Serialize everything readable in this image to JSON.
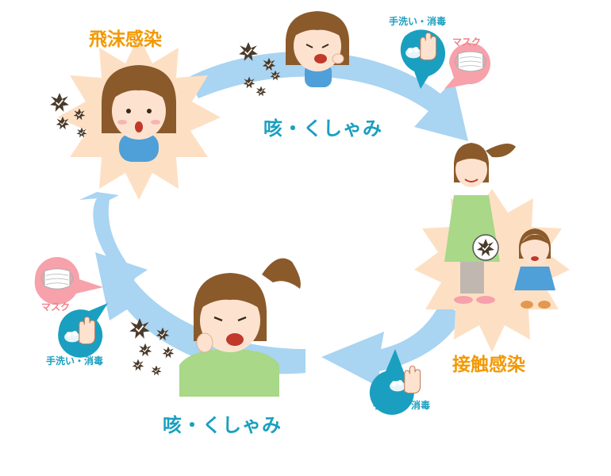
{
  "labels": {
    "droplet_infection": "飛沫感染",
    "contact_infection": "接触感染",
    "cough_sneeze_top": "咳・くしゃみ",
    "cough_sneeze_bottom": "咳・くしゃみ"
  },
  "callouts": {
    "handwash_top": "手洗い・消毒",
    "mask_top": "マスク",
    "handwash_right": "手洗い・消毒",
    "mask_left": "マスク",
    "handwash_left": "手洗い・消毒"
  },
  "colors": {
    "arrow": "#a9d4f2",
    "burst": "#fde0c4",
    "orange_text": "#f39800",
    "teal_text": "#1a9fc0",
    "teal_bubble": "#1a9fc0",
    "pink_bubble": "#f7a1ab",
    "pink_text": "#f17f8a",
    "hair": "#8b5a2b",
    "skin": "#fde3cf",
    "germ": "#4a3a2a"
  }
}
